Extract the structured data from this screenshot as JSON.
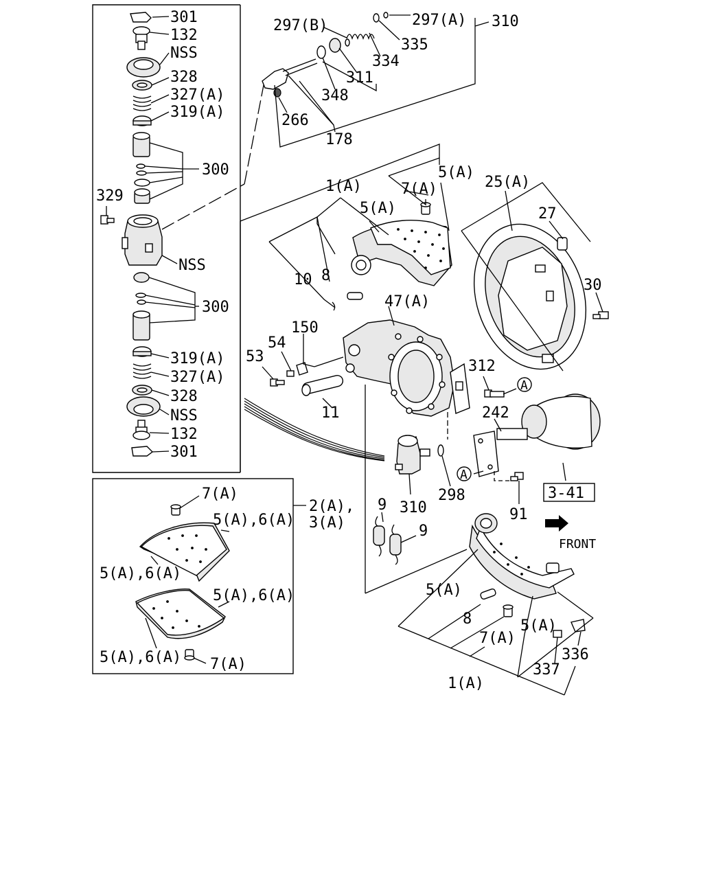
{
  "labels": {
    "l301a": "301",
    "l132a": "132",
    "lNSSa": "NSS",
    "l328a": "328",
    "l327a": "327(A)",
    "l319a": "319(A)",
    "l300a": "300",
    "l329": "329",
    "lNSSb": "NSS",
    "l300b": "300",
    "l319b": "319(A)",
    "l327b": "327(A)",
    "l328b": "328",
    "lNSSc": "NSS",
    "l132b": "132",
    "l301b": "301",
    "l297b": "297(B)",
    "l297a": "297(A)",
    "l310top": "310",
    "l335": "335",
    "l334": "334",
    "l311": "311",
    "l348": "348",
    "l266": "266",
    "l178": "178",
    "l1a_top": "1(A)",
    "l7a_top": "7(A)",
    "l5a_top": "5(A)",
    "l5a_shoe": "5(A)",
    "l25a": "25(A)",
    "l27": "27",
    "l30": "30",
    "l10": "10",
    "l8_top": "8",
    "l47a": "47(A)",
    "l150": "150",
    "l54": "54",
    "l53": "53",
    "l11": "11",
    "l312": "312",
    "lA1": "A",
    "l242": "242",
    "lA2": "A",
    "l3_41": "3-41",
    "l91": "91",
    "l298": "298",
    "l310mid": "310",
    "l9a": "9",
    "l9b": "9",
    "lfront": "FRONT",
    "l5a_bl": "5(A)",
    "l8_b": "8",
    "l7a_b": "7(A)",
    "l5a_br": "5(A)",
    "l336": "336",
    "l337": "337",
    "l1a_b": "1(A)",
    "k7a_top": "7(A)",
    "k2a": "2(A),",
    "k3a": "3(A)",
    "k56a_r1": "5(A),6(A)",
    "k56a_l1": "5(A),6(A)",
    "k56a_r2": "5(A),6(A)",
    "k56a_l2": "5(A),6(A)",
    "k7a_bot": "7(A)"
  }
}
